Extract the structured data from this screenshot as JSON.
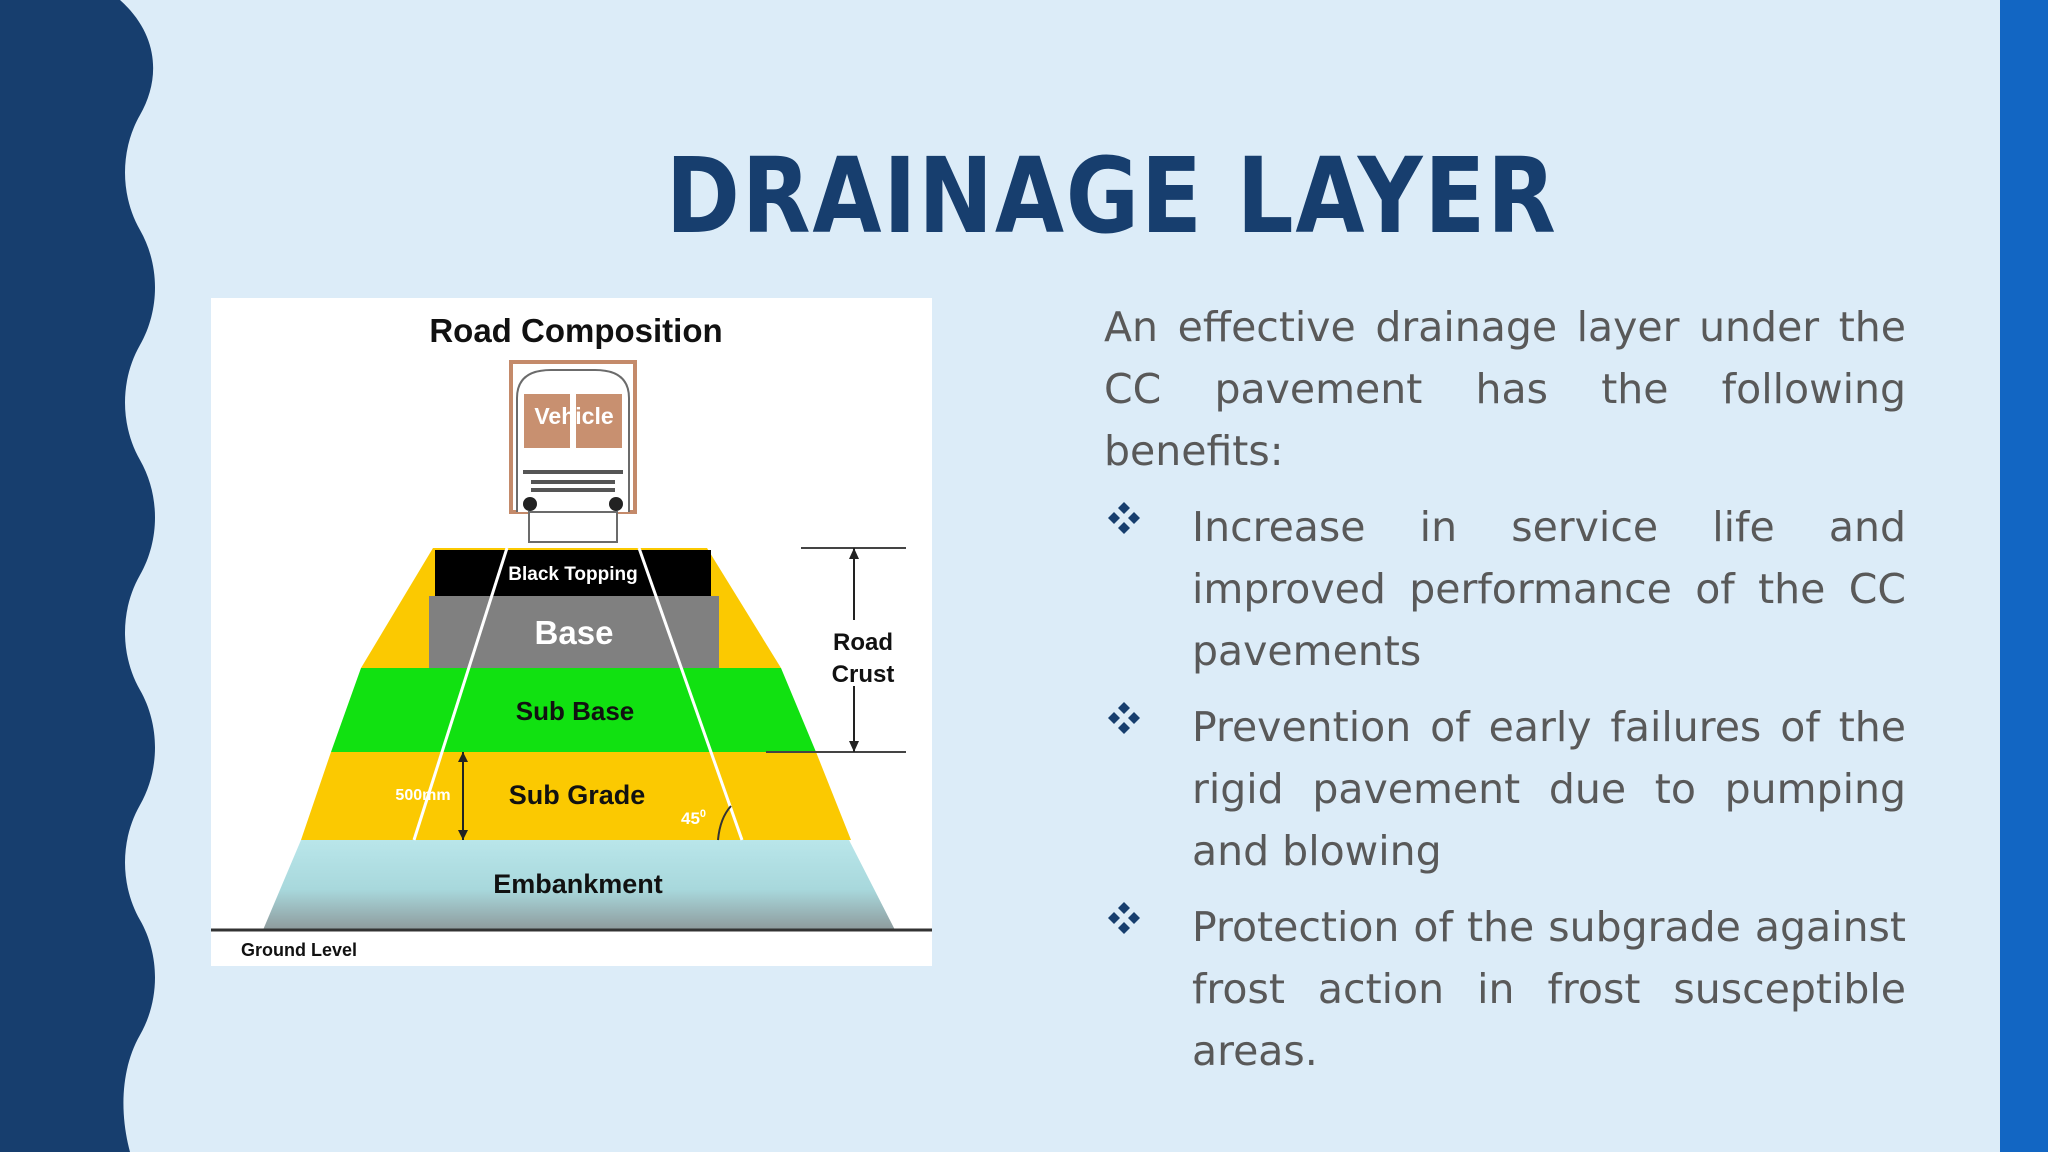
{
  "slide": {
    "title": "DRAINAGE LAYER",
    "colors": {
      "background": "#dcecf8",
      "accent_dark": "#173e6e",
      "accent_bright": "#1266c3",
      "body_text": "#595959"
    }
  },
  "figure": {
    "title": "Road Composition",
    "vehicle_label": "Vehicle",
    "layers": [
      "Black Topping",
      "Base",
      "Sub Base",
      "Sub Grade",
      "Embankment"
    ],
    "road_crust_label": [
      "Road",
      "Crust"
    ],
    "depth_label": "500mm",
    "angle_label": "45",
    "angle_degree": "0",
    "ground_label": "Ground Level"
  },
  "content": {
    "intro": "An effective drainage layer under the CC pavement has the following benefits:",
    "bullet_icon": "four-diamond-bullet-icon",
    "bullets": [
      "Increase in service life and improved performance of the CC pavements",
      "Prevention of early failures of the rigid pavement due to pumping and blowing",
      "Protection of the subgrade against frost action in frost susceptible areas."
    ]
  }
}
